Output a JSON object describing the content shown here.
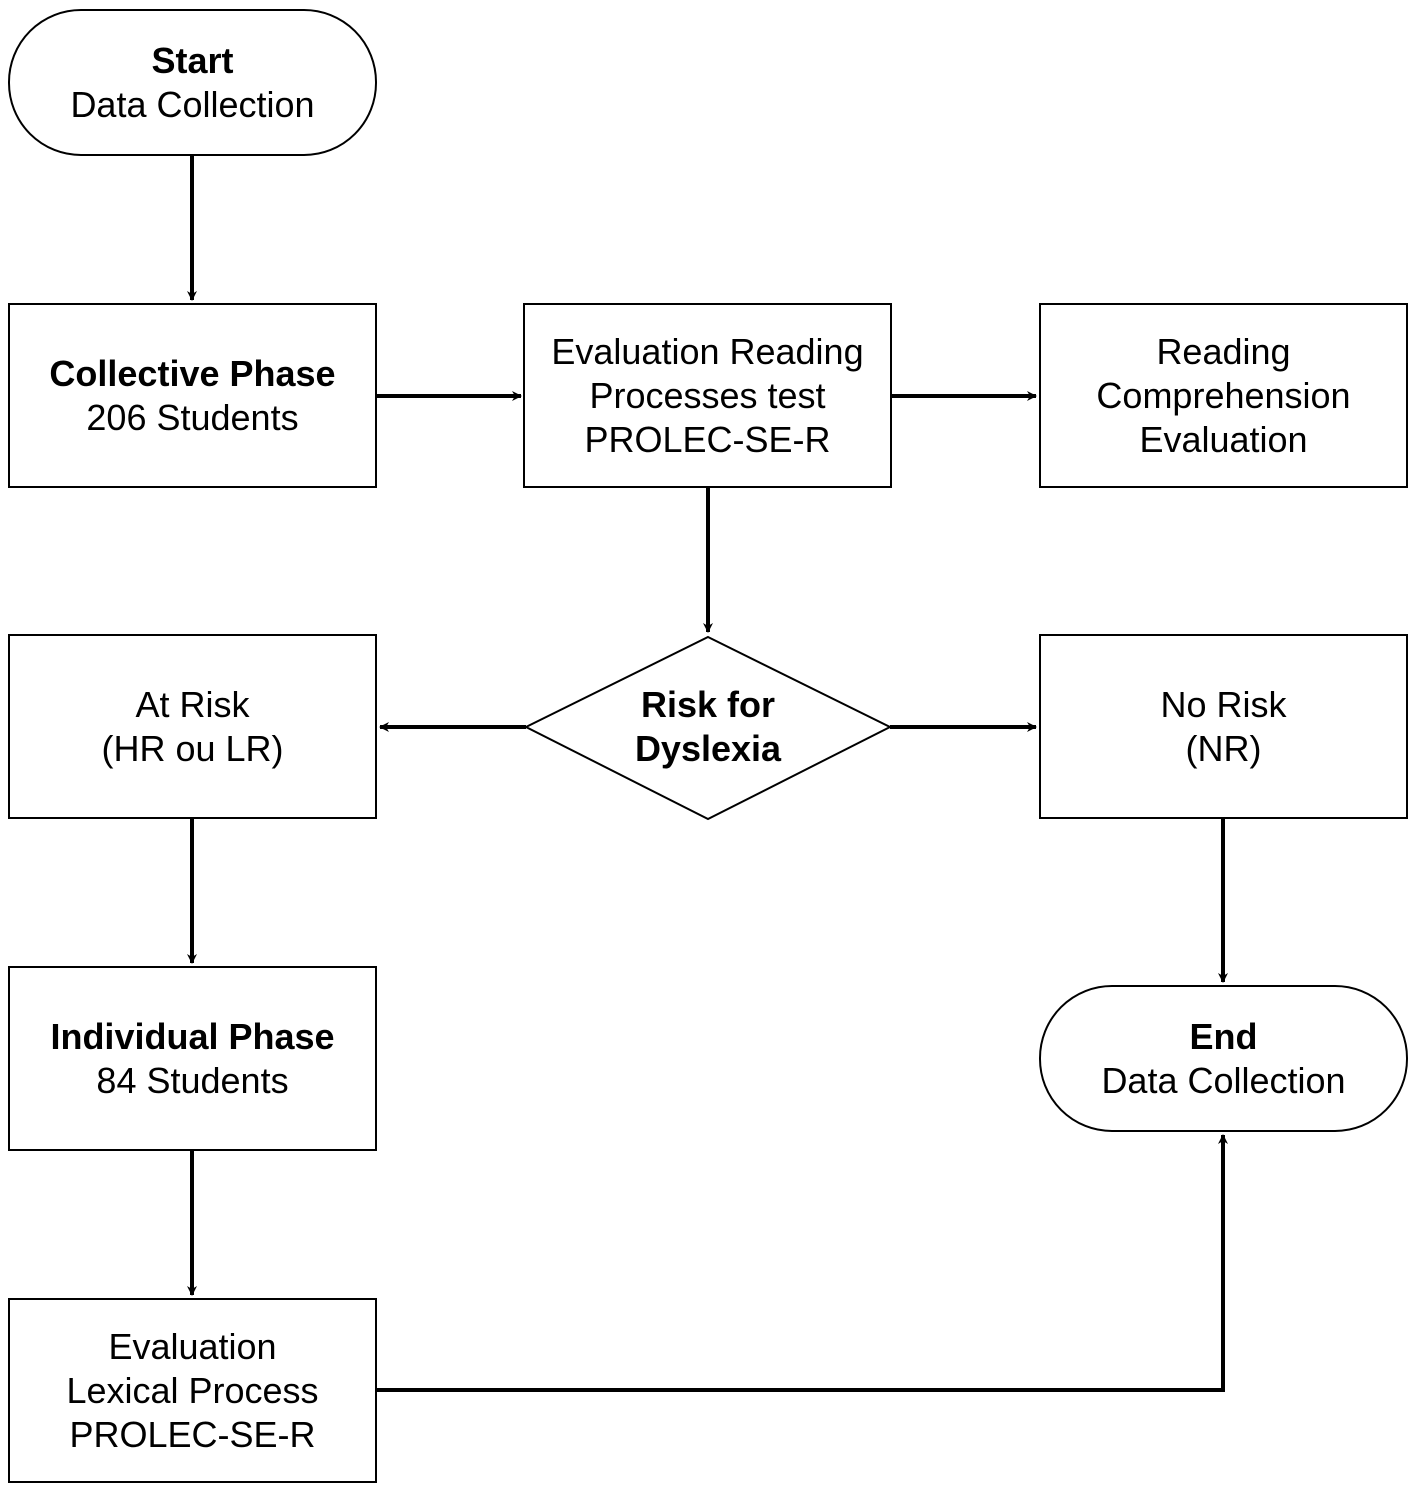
{
  "nodes": {
    "start": {
      "title": "Start",
      "subtitle": "Data Collection"
    },
    "collective": {
      "title": "Collective Phase",
      "subtitle": "206 Students"
    },
    "eval_reading": {
      "line1": "Evaluation Reading",
      "line2": "Processes test",
      "line3": "PROLEC-SE-R"
    },
    "reading_comp": {
      "line1": "Reading",
      "line2": "Comprehension",
      "line3": "Evaluation"
    },
    "risk": {
      "line1": "Risk for",
      "line2": "Dyslexia"
    },
    "at_risk": {
      "line1": "At Risk",
      "line2": "(HR ou LR)"
    },
    "no_risk": {
      "line1": "No Risk",
      "line2": "(NR)"
    },
    "individual": {
      "title": "Individual Phase",
      "subtitle": "84 Students"
    },
    "end": {
      "title": "End",
      "subtitle": "Data Collection"
    },
    "eval_lexical": {
      "line1": "Evaluation",
      "line2": "Lexical Process",
      "line3": "PROLEC-SE-R"
    }
  },
  "edges": [
    {
      "from": "start",
      "to": "collective"
    },
    {
      "from": "collective",
      "to": "eval_reading"
    },
    {
      "from": "eval_reading",
      "to": "reading_comp"
    },
    {
      "from": "eval_reading",
      "to": "risk"
    },
    {
      "from": "risk",
      "to": "at_risk"
    },
    {
      "from": "risk",
      "to": "no_risk"
    },
    {
      "from": "at_risk",
      "to": "individual"
    },
    {
      "from": "no_risk",
      "to": "end"
    },
    {
      "from": "individual",
      "to": "eval_lexical"
    },
    {
      "from": "eval_lexical",
      "to": "end"
    }
  ]
}
